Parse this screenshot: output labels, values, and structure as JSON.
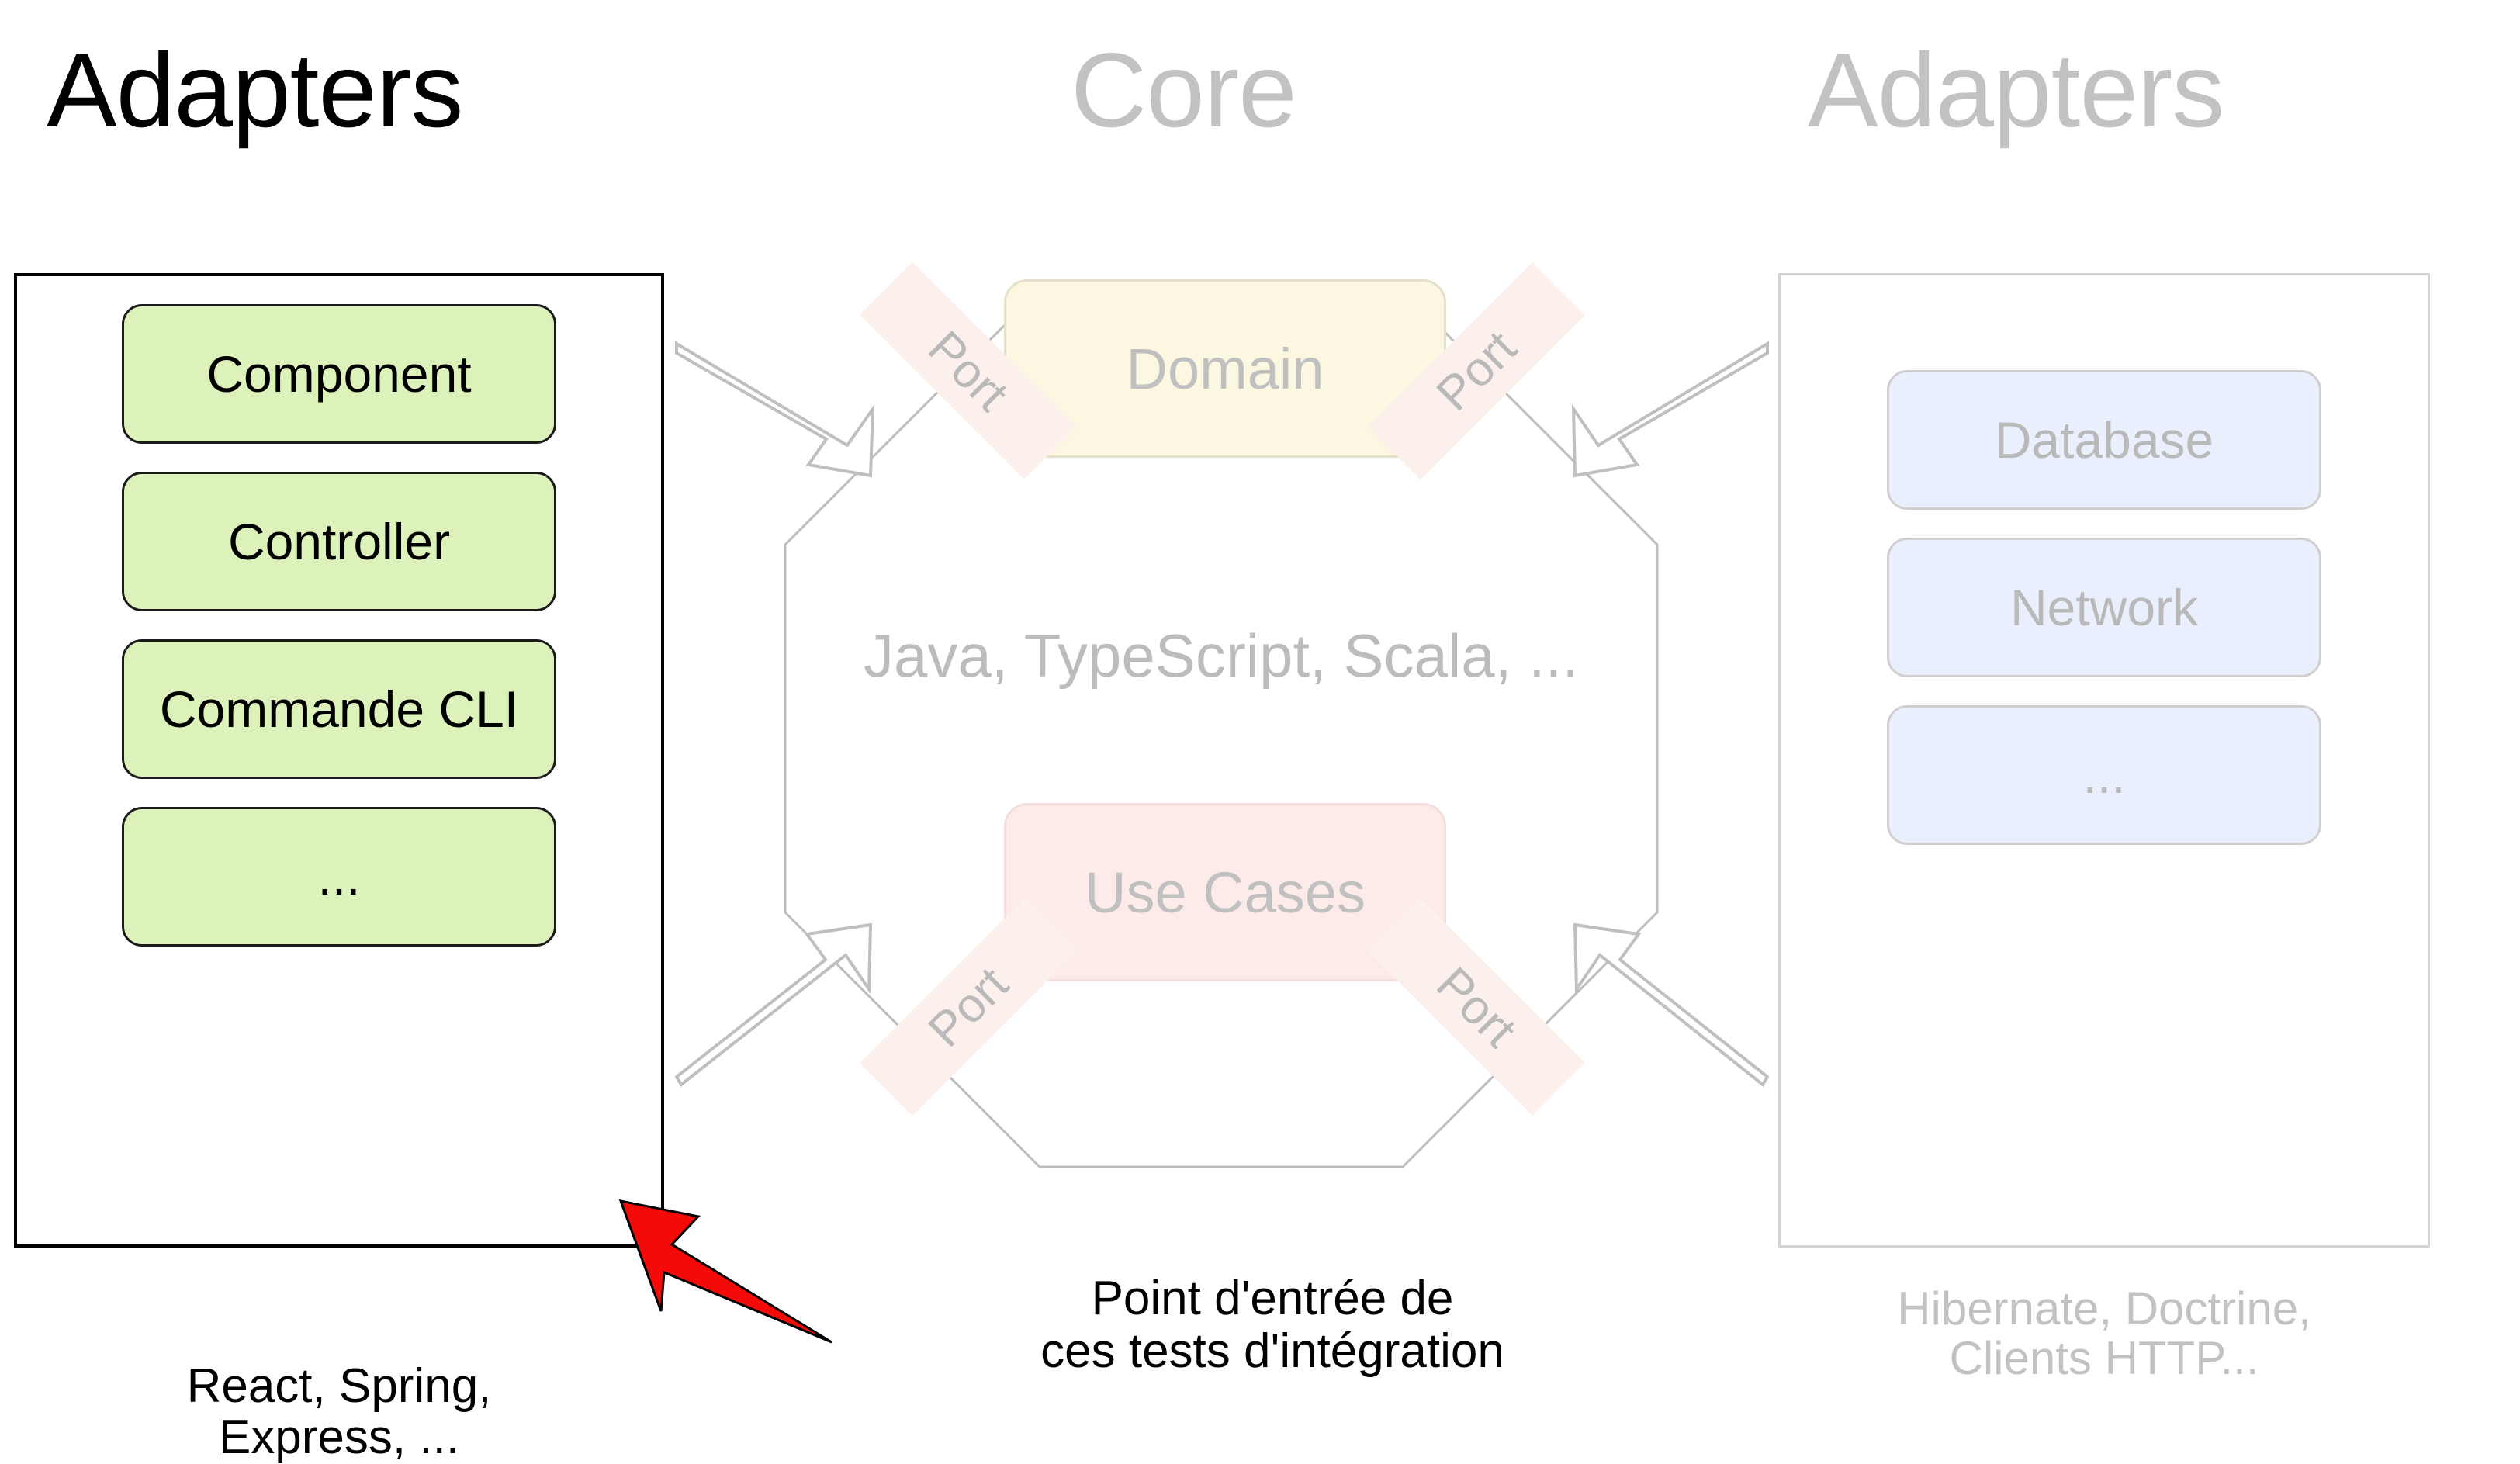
{
  "titles": {
    "left": "Adapters",
    "center": "Core",
    "right": "Adapters"
  },
  "left_panel": {
    "chips": [
      {
        "label": "Component"
      },
      {
        "label": "Controller"
      },
      {
        "label": "Commande CLI"
      },
      {
        "label": "..."
      }
    ],
    "note": "React, Spring,\nExpress, ..."
  },
  "core": {
    "domain_label": "Domain",
    "use_cases_label": "Use Cases",
    "languages": "Java, TypeScript, Scala, ...",
    "ports": [
      {
        "label": "Port",
        "position": "top-left"
      },
      {
        "label": "Port",
        "position": "top-right"
      },
      {
        "label": "Port",
        "position": "bottom-left"
      },
      {
        "label": "Port",
        "position": "bottom-right"
      }
    ]
  },
  "right_panel": {
    "chips": [
      {
        "label": "Database"
      },
      {
        "label": "Network"
      },
      {
        "label": "..."
      }
    ],
    "note": "Hibernate, Doctrine,\nClients HTTP..."
  },
  "annotation": {
    "caption": "Point d'entrée de\nces tests d'intégration",
    "arrow_color": "#f50a0a"
  },
  "colors": {
    "adapter_green": "#dcf2ba",
    "adapter_blue": "#e9effc",
    "domain_yellow": "#fcf7e1",
    "usecases_pink": "#fcebe9",
    "port_pink": "#fcf0ec",
    "muted_gray": "#c2c2c2",
    "outline_gray": "#bdbdbd",
    "ink_black": "#000000"
  }
}
